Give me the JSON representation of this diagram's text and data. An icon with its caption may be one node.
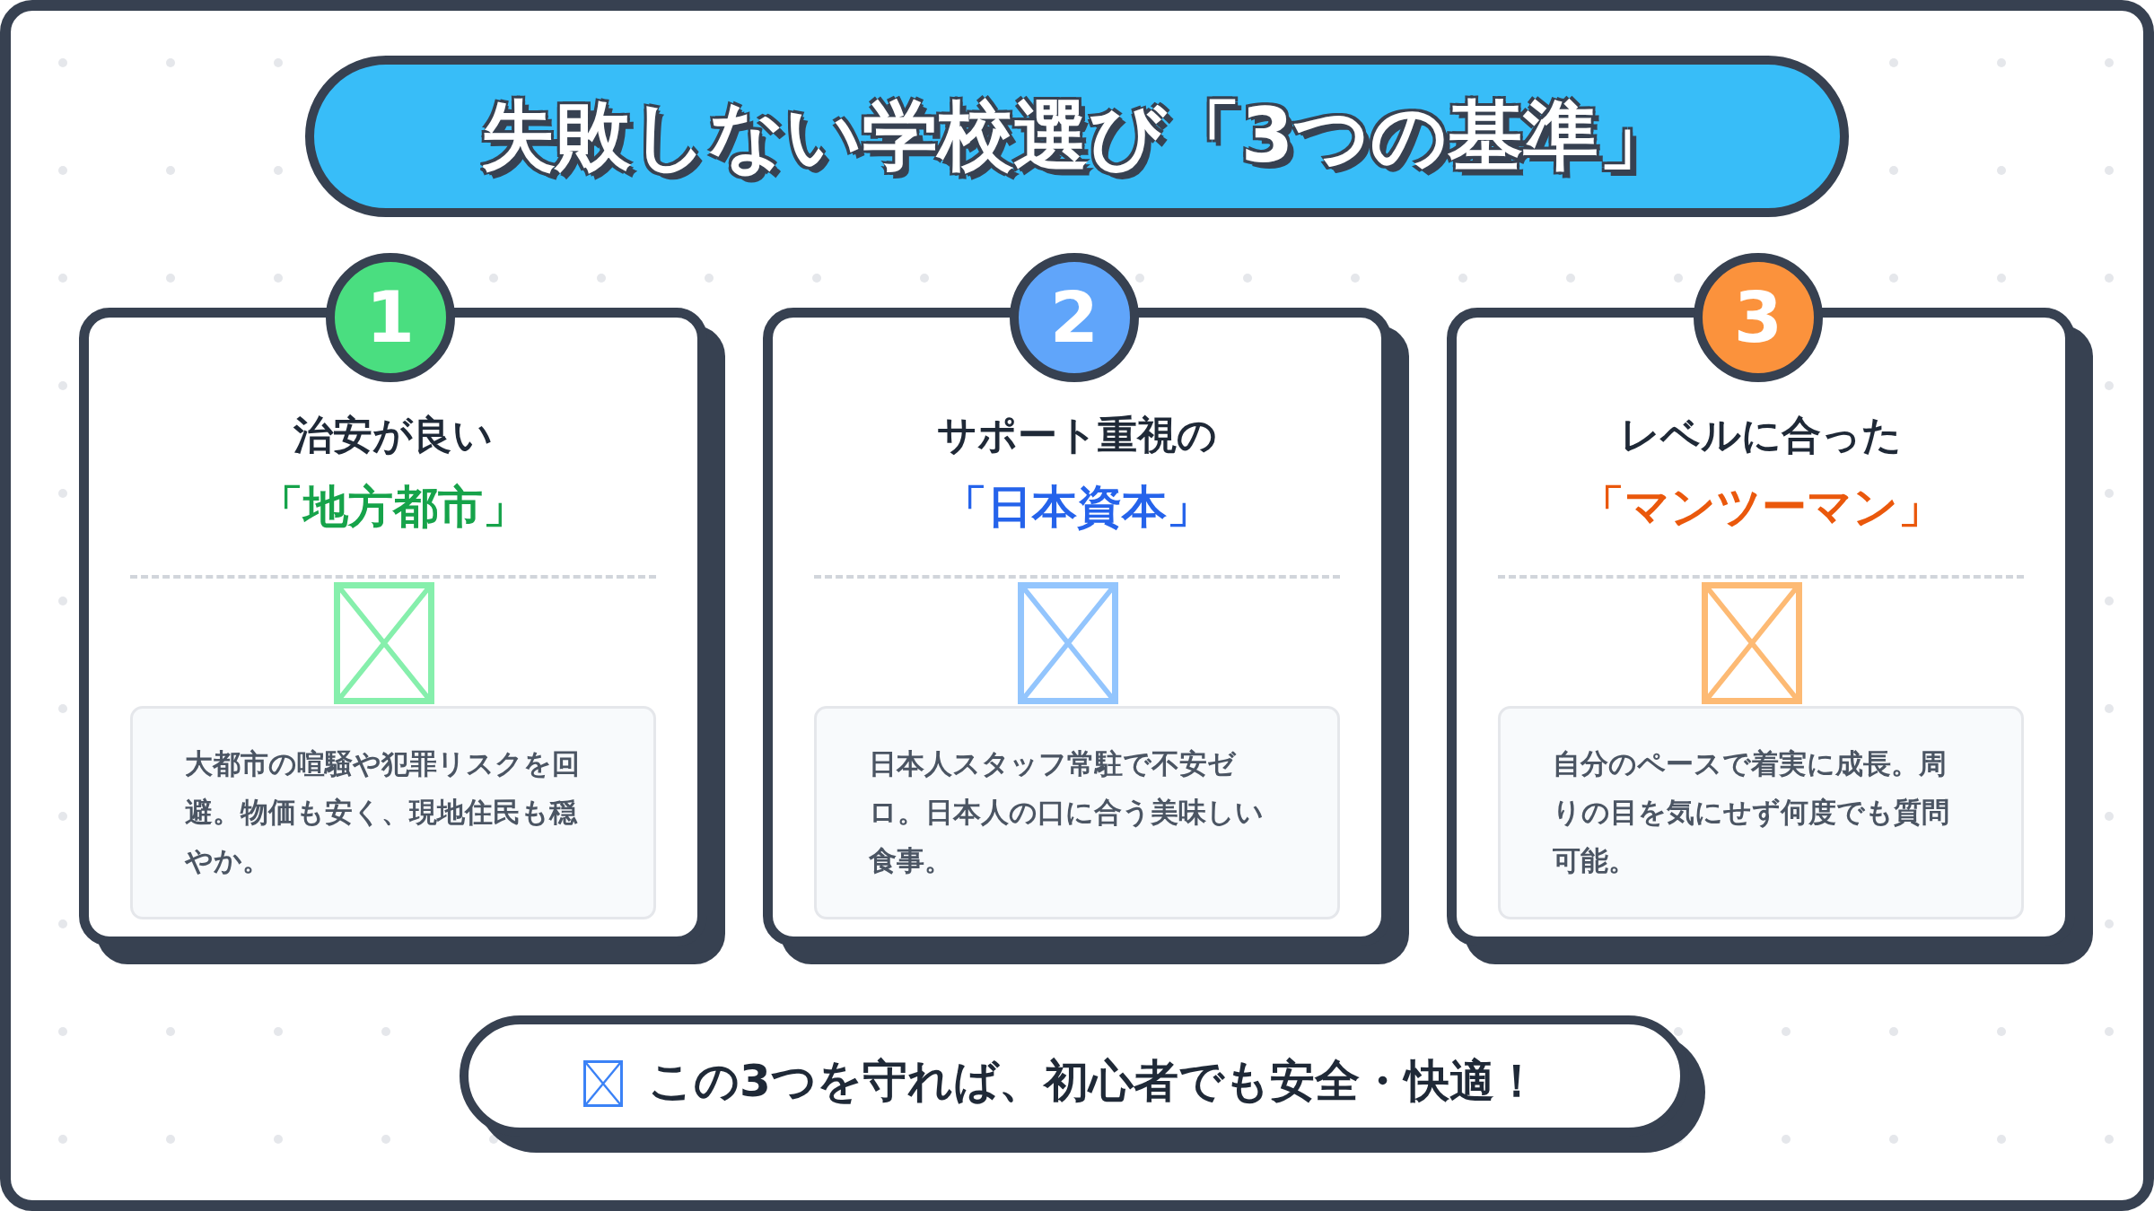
{
  "diagram": {
    "title": "失敗しない学校選び「3つの基準」",
    "nodes": [
      {
        "text": [
          "1"
        ]
      },
      {
        "text": [
          "治安が良い",
          "「地方都市」"
        ]
      },
      {
        "text": [
          "大都市の喧騒や犯罪リスクを回避。物価も安く、現地住民も穏やか。"
        ],
        "in": 1
      },
      {
        "text": [
          "2"
        ]
      },
      {
        "text": [
          "サポート重視の",
          "「日本資本」"
        ]
      },
      {
        "text": [
          "日本人スタッフ常駐で不安ゼロ。日本人の口に合う美味しい食事。"
        ],
        "in": 4
      },
      {
        "text": [
          "3"
        ]
      },
      {
        "text": [
          "レベルに合った",
          "「マンツーマン」"
        ]
      },
      {
        "text": [
          "自分のペースで着実に成長。周りの目を気にせず何度でも質問可能。"
        ],
        "in": 7
      },
      {
        "text": [
          "この3つを守れば、初心者でも安全・快適！"
        ]
      }
    ]
  }
}
